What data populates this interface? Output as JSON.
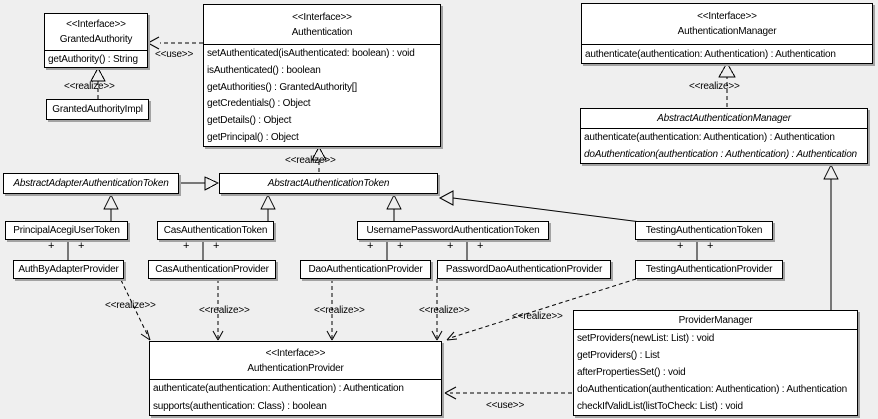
{
  "edge_labels": {
    "use": "<<use>>",
    "realize": "<<realize>>",
    "plus": "+"
  },
  "colors": {
    "background": "#efefef",
    "box_fill": "#ffffff",
    "box_border": "#000000",
    "box_shadow": "#a3a3a3",
    "line": "#000000"
  },
  "classes": {
    "granted_authority": {
      "stereotype": "<<Interface>>",
      "name": "GrantedAuthority",
      "methods": [
        "getAuthority() : String"
      ]
    },
    "granted_authority_impl": {
      "name": "GrantedAuthorityImpl"
    },
    "authentication": {
      "stereotype": "<<Interface>>",
      "name": "Authentication",
      "methods": [
        "setAuthenticated(isAuthenticated: boolean) : void",
        "isAuthenticated() : boolean",
        "getAuthorities() : GrantedAuthority[]",
        "getCredentials() : Object",
        "getDetails() : Object",
        "getPrincipal() : Object"
      ]
    },
    "authentication_manager": {
      "stereotype": "<<Interface>>",
      "name": "AuthenticationManager",
      "methods": [
        "authenticate(authentication: Authentication) : Authentication"
      ]
    },
    "abstract_authentication_manager": {
      "name": "AbstractAuthenticationManager",
      "methods": [
        "authenticate(authentication: Authentication) : Authentication",
        "doAuthentication(authentication : Authentication) : Authentication"
      ]
    },
    "abstract_adapter_authentication_token": {
      "name": "AbstractAdapterAuthenticationToken"
    },
    "abstract_authentication_token": {
      "name": "AbstractAuthenticationToken"
    },
    "principal_acegi_user_token": {
      "name": "PrincipalAcegiUserToken"
    },
    "cas_authentication_token": {
      "name": "CasAuthenticationToken"
    },
    "username_password_authentication_token": {
      "name": "UsernamePasswordAuthenticationToken"
    },
    "testing_authentication_token": {
      "name": "TestingAuthenticationToken"
    },
    "auth_by_adapter_provider": {
      "name": "AuthByAdapterProvider"
    },
    "cas_authentication_provider": {
      "name": "CasAuthenticationProvider"
    },
    "dao_authentication_provider": {
      "name": "DaoAuthenticationProvider"
    },
    "password_dao_authentication_provider": {
      "name": "PasswordDaoAuthenticationProvider"
    },
    "testing_authentication_provider": {
      "name": "TestingAuthenticationProvider"
    },
    "authentication_provider": {
      "stereotype": "<<Interface>>",
      "name": "AuthenticationProvider",
      "methods": [
        "authenticate(authentication: Authentication) : Authentication",
        "supports(authentication: Class) : boolean"
      ]
    },
    "provider_manager": {
      "name": "ProviderManager",
      "methods": [
        "setProviders(newList: List) : void",
        "getProviders() : List",
        "afterPropertiesSet() : void",
        "doAuthentication(authentication: Authentication) : Authentication",
        "checkIfValidList(listToCheck: List) : void"
      ]
    }
  }
}
